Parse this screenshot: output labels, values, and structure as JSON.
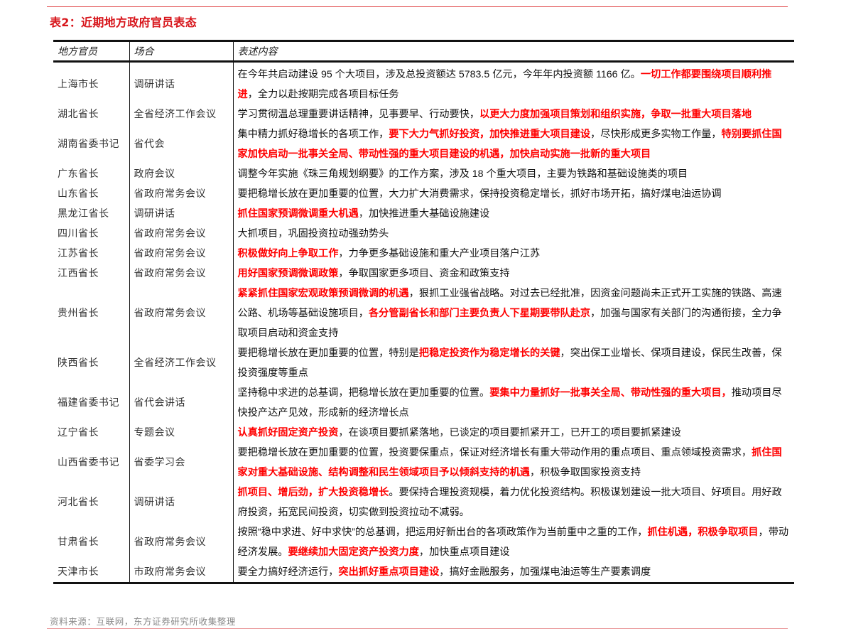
{
  "document": {
    "title": "表2：近期地方政府官员表态",
    "source_note": "资料来源：互联网，东方证券研究所收集整理",
    "accent_color": "#d7141a",
    "highlight_color": "#ff0000"
  },
  "table": {
    "headers": [
      "地方官员",
      "场合",
      "表述内容"
    ],
    "rows": [
      {
        "official": "上海市长",
        "occasion": "调研讲话",
        "statement": [
          {
            "text": "在今年共启动建设 95 个大项目，涉及总投资额达 5783.5 亿元，今年年内投资额 1166 亿。",
            "highlight": false
          },
          {
            "text": "一切工作都要围绕项目顺利推进",
            "highlight": true
          },
          {
            "text": "，全力以赴按期完成各项目标任务",
            "highlight": false
          }
        ]
      },
      {
        "official": "湖北省长",
        "occasion": "全省经济工作会议",
        "statement": [
          {
            "text": "学习贯彻温总理重要讲话精神，见事要早、行动要快，",
            "highlight": false
          },
          {
            "text": "以更大力度加强项目策划和组织实施，争取一批重大项目落地",
            "highlight": true
          }
        ]
      },
      {
        "official": "湖南省委书记",
        "occasion": "省代会",
        "statement": [
          {
            "text": "集中精力抓好稳增长的各项工作，",
            "highlight": false
          },
          {
            "text": "要下大力气抓好投资，加快推进重大项目建设",
            "highlight": true
          },
          {
            "text": "，尽快形成更多实物工作量，",
            "highlight": false
          },
          {
            "text": "特别要抓住国家加快启动一批事关全局、带动性强的重大项目建设的机遇，加快启动实施一批新的重大项目",
            "highlight": true
          }
        ]
      },
      {
        "official": "广东省长",
        "occasion": "政府会议",
        "statement": [
          {
            "text": "调整今年实施《珠三角规划纲要》的工作方案，涉及 18 个重大项目，主要为铁路和基础设施类的项目",
            "highlight": false
          }
        ]
      },
      {
        "official": "山东省长",
        "occasion": "省政府常务会议",
        "statement": [
          {
            "text": "要把稳增长放在更加重要的位置，大力扩大消费需求，保持投资稳定增长，抓好市场开拓，搞好煤电油运协调",
            "highlight": false
          }
        ]
      },
      {
        "official": "黑龙江省长",
        "occasion": "调研讲话",
        "statement": [
          {
            "text": "抓住国家预调微调重大机遇",
            "highlight": true
          },
          {
            "text": "，加快推进重大基础设施建设",
            "highlight": false
          }
        ]
      },
      {
        "official": "四川省长",
        "occasion": "省政府常务会议",
        "statement": [
          {
            "text": "大抓项目，巩固投资拉动强劲势头",
            "highlight": false
          }
        ]
      },
      {
        "official": "江苏省长",
        "occasion": "省政府常务会议",
        "statement": [
          {
            "text": "积极做好向上争取工作",
            "highlight": true
          },
          {
            "text": "，力争更多基础设施和重大产业项目落户江苏",
            "highlight": false
          }
        ]
      },
      {
        "official": "江西省长",
        "occasion": "省政府常务会议",
        "statement": [
          {
            "text": "用好国家预调微调政策",
            "highlight": true
          },
          {
            "text": "，争取国家更多项目、资金和政策支持",
            "highlight": false
          }
        ]
      },
      {
        "official": "贵州省长",
        "occasion": "省政府常务会议",
        "statement": [
          {
            "text": "紧紧抓住国家宏观政策预调微调的机遇",
            "highlight": true
          },
          {
            "text": "，狠抓工业强省战略。对过去已经批准，因资金问题尚未正式开工实施的铁路、高速公路、机场等基础设施项目，",
            "highlight": false
          },
          {
            "text": "各分管副省长和部门主要负责人下星期要带队赴京",
            "highlight": true
          },
          {
            "text": "，加强与国家有关部门的沟通衔接，全力争取项目启动和资金支持",
            "highlight": false
          }
        ]
      },
      {
        "official": "陕西省长",
        "occasion": "全省经济工作会议",
        "statement": [
          {
            "text": "要把稳增长放在更加重要的位置，特别是",
            "highlight": false
          },
          {
            "text": "把稳定投资作为稳定增长的关键",
            "highlight": true
          },
          {
            "text": "，突出保工业增长、保项目建设，保民生改善，保投资强度等重点",
            "highlight": false
          }
        ]
      },
      {
        "official": "福建省委书记",
        "occasion": "省代会讲话",
        "statement": [
          {
            "text": "坚持稳中求进的总基调，把稳增长放在更加重要的位置。",
            "highlight": false
          },
          {
            "text": "要集中力量抓好一批事关全局、带动性强的重大项目，",
            "highlight": true
          },
          {
            "text": "推动项目尽快投产达产见效，形成新的经济增长点",
            "highlight": false
          }
        ]
      },
      {
        "official": "辽宁省长",
        "occasion": "专题会议",
        "statement": [
          {
            "text": "认真抓好固定资产投资",
            "highlight": true
          },
          {
            "text": "，在谈项目要抓紧落地，已谈定的项目要抓紧开工，已开工的项目要抓紧建设",
            "highlight": false
          }
        ]
      },
      {
        "official": "山西省委书记",
        "occasion": "省委学习会",
        "statement": [
          {
            "text": "要把稳增长放在更加重要的位置，投资要保重点，保证对经济增长有重大带动作用的重点项目、重点领域投资需求，",
            "highlight": false
          },
          {
            "text": "抓住国家对重大基础设施、结构调整和民生领域项目予以倾斜支持的机遇",
            "highlight": true
          },
          {
            "text": "，积极争取国家投资支持",
            "highlight": false
          }
        ]
      },
      {
        "official": "河北省长",
        "occasion": "调研讲话",
        "statement": [
          {
            "text": "抓项目、增后劲，扩大投资稳增长",
            "highlight": true
          },
          {
            "text": "。要保持合理投资规模，着力优化投资结构。积极谋划建设一批大项目、好项目。用好政府投资，拓宽民间投资，切实做到投资拉动不减弱。",
            "highlight": false
          }
        ]
      },
      {
        "official": "甘肃省长",
        "occasion": "省政府常务会议",
        "statement": [
          {
            "text": "按照“稳中求进、好中求快”的总基调，把运用好新出台的各项政策作为当前重中之重的工作，",
            "highlight": false
          },
          {
            "text": "抓住机遇，积极争取项目",
            "highlight": true
          },
          {
            "text": "，带动经济发展。",
            "highlight": false
          },
          {
            "text": "要继续加大固定资产投资力度",
            "highlight": true
          },
          {
            "text": "，加快重点项目建设",
            "highlight": false
          }
        ]
      },
      {
        "official": "天津市长",
        "occasion": "市政府常务会议",
        "statement": [
          {
            "text": "要全力搞好经济运行，",
            "highlight": false
          },
          {
            "text": "突出抓好重点项目建设",
            "highlight": true
          },
          {
            "text": "，搞好金融服务，加强煤电油运等生产要素调度",
            "highlight": false
          }
        ]
      }
    ]
  }
}
